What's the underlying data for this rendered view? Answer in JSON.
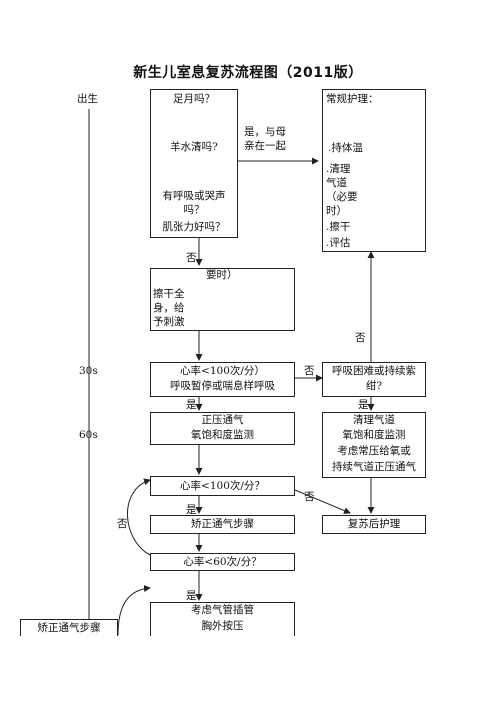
{
  "title": "新生儿室息复苏流程图（2011版）",
  "timeline": {
    "birth": "出生",
    "t30": "30s",
    "t60": "60s"
  },
  "assess": {
    "q1": "足月吗？",
    "q2": "羊水清吗?",
    "q3a": "有呼吸或哭声",
    "q3b": "吗？",
    "q4": "肌张力好吗？"
  },
  "yes_mother": {
    "line1": "是，与母",
    "line2": "亲在一起"
  },
  "routine": {
    "title": "常规护理：",
    "i1": ".持体温",
    "i2a": ".清理",
    "i2b": "气道",
    "i2c": "（必要",
    "i2d": "时）",
    "i3": ".擦干",
    "i4": ".评估"
  },
  "no_label": "否",
  "yes_label": "是",
  "initial": {
    "l1": "要时）",
    "l2": "擦干全",
    "l3": "身，给",
    "l4": "予刺激"
  },
  "hr1": {
    "l1": "心率<100次/分）",
    "l2": "呼吸暂停或喘息样呼吸"
  },
  "dyspnea": {
    "l1": "呼吸困难或持续紫",
    "l2": "绀?"
  },
  "ppv": {
    "l1": "正压通气",
    "l2": "氧饱和度监测"
  },
  "airway": {
    "l1": "清理气道",
    "l2": "氧饱和度监测",
    "l3": "考虑常压给氧或",
    "l4": "持续气道正压通气"
  },
  "hr2": "心率<100次/分？",
  "corrective": "矫正通气步骤",
  "post_care": "复苏后护理",
  "hr3": "心率<60次/分？",
  "intubation": {
    "l1": "考虑气管插管",
    "l2": "胸外按压"
  },
  "corrective_left": "矫正通气步骤"
}
